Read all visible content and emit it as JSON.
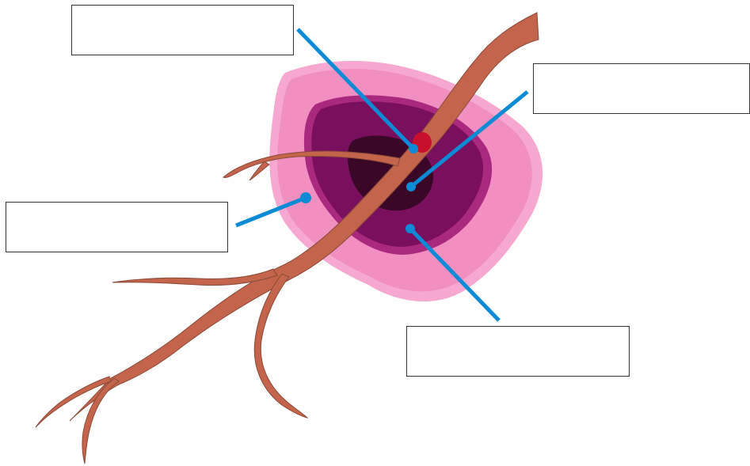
{
  "labels": [
    {
      "id": "top-left",
      "text": ""
    },
    {
      "id": "top-right",
      "text": ""
    },
    {
      "id": "mid-left",
      "text": ""
    },
    {
      "id": "bottom-right",
      "text": ""
    }
  ],
  "colors": {
    "outer_zone": "#f08fc0",
    "outer_zone_rim": "#f7a8d0",
    "middle_zone": "#7a0f5e",
    "middle_zone_rim": "#a9297e",
    "inner_core": "#3a0726",
    "vessel": "#c4644a",
    "vessel_outline": "#8a4a3a",
    "clot": "#c8102e",
    "leader_line": "#0b8ad6"
  }
}
